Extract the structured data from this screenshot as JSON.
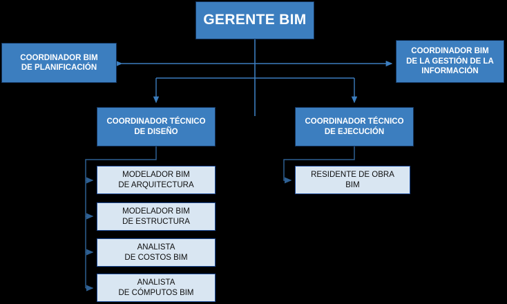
{
  "diagram": {
    "title": "Organigrama BIM",
    "background_color": "#000000",
    "colors": {
      "primary_fill": "#3C7EBF",
      "primary_border": "#14335C",
      "primary_text": "#FFFFFF",
      "secondary_fill": "#D9E6F2",
      "secondary_border": "#1F4E9C",
      "secondary_text": "#0D0D0D",
      "connector": "#3C7EBF",
      "connector_dark": "#2E6093"
    }
  },
  "nodes": {
    "gerente": {
      "label": "GERENTE BIM",
      "lines": [
        "GERENTE BIM"
      ],
      "style": "primary",
      "level": 0
    },
    "coordinador_planificacion": {
      "label": "COORDINADOR BIM DE PLANIFICACIÓN",
      "lines": [
        "COORDINADOR BIM",
        "DE PLANIFICACIÓN"
      ],
      "style": "primary",
      "level": 1
    },
    "coordinador_informacion": {
      "label": "COORDINADOR BIM DE LA GESTIÓN DE LA INFORMACIÓN",
      "lines": [
        "COORDINADOR BIM",
        "DE LA GESTIÓN DE LA",
        "INFORMACIÓN"
      ],
      "style": "primary",
      "level": 1
    },
    "coordinador_tecnico_diseno": {
      "label": "COORDINADOR TÉCNICO DE DISEÑO",
      "lines": [
        "COORDINADOR TÉCNICO",
        "DE DISEÑO"
      ],
      "style": "primary",
      "level": 2
    },
    "coordinador_tecnico_ejecucion": {
      "label": "COORDINADOR TÉCNICO DE EJECUCIÓN",
      "lines": [
        "COORDINADOR TÉCNICO",
        "DE EJECUCIÓN"
      ],
      "style": "primary",
      "level": 2
    },
    "modelador_arquitectura": {
      "label": "MODELADOR BIM DE ARQUITECTURA",
      "lines": [
        "MODELADOR BIM",
        "DE ARQUITECTURA"
      ],
      "style": "secondary",
      "level": 3
    },
    "modelador_estructura": {
      "label": "MODELADOR BIM DE ESTRUCTURA",
      "lines": [
        "MODELADOR BIM",
        "DE ESTRUCTURA"
      ],
      "style": "secondary",
      "level": 3
    },
    "analista_costos": {
      "label": "ANALISTA DE COSTOS BIM",
      "lines": [
        "ANALISTA",
        "DE COSTOS BIM"
      ],
      "style": "secondary",
      "level": 3
    },
    "analista_computos": {
      "label": "ANALISTA DE CÓMPUTOS BIM",
      "lines": [
        "ANALISTA",
        "DE CÓMPUTOS BIM"
      ],
      "style": "secondary",
      "level": 3
    },
    "residente_obra": {
      "label": "RESIDENTE DE OBRA BIM",
      "lines": [
        "RESIDENTE DE OBRA",
        "BIM"
      ],
      "style": "secondary",
      "level": 3
    }
  },
  "edges": [
    {
      "from": "gerente",
      "to": "coordinador_planificacion",
      "arrow": "both-ends-horizontal"
    },
    {
      "from": "gerente",
      "to": "coordinador_informacion",
      "arrow": "both-ends-horizontal"
    },
    {
      "from": "gerente",
      "to": "coordinador_tecnico_diseno",
      "arrow": "down"
    },
    {
      "from": "gerente",
      "to": "coordinador_tecnico_ejecucion",
      "arrow": "down"
    },
    {
      "from": "coordinador_tecnico_diseno",
      "to": "modelador_arquitectura",
      "arrow": "right"
    },
    {
      "from": "coordinador_tecnico_diseno",
      "to": "modelador_estructura",
      "arrow": "right"
    },
    {
      "from": "coordinador_tecnico_diseno",
      "to": "analista_costos",
      "arrow": "right"
    },
    {
      "from": "coordinador_tecnico_diseno",
      "to": "analista_computos",
      "arrow": "right"
    },
    {
      "from": "coordinador_tecnico_ejecucion",
      "to": "residente_obra",
      "arrow": "right"
    }
  ]
}
